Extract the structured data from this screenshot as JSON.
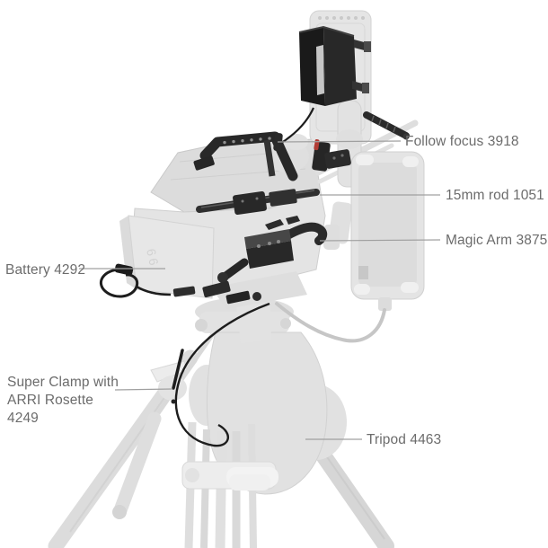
{
  "page": {
    "background": "#ffffff",
    "description": "Camera rig product diagram with six annotated accessories"
  },
  "colors": {
    "label_text": "#6c6c6c",
    "leader_line": "#a0a0a0",
    "ghost_fill": "#e3e3e3",
    "ghost_stroke": "#cdcdcd",
    "dark_part": "#282828",
    "cable_black": "#1d1d1d",
    "red_accent": "#b23b34",
    "page_bg": "#ffffff"
  },
  "ghost_marking": "66",
  "annotations": [
    {
      "id": "follow-focus",
      "text": "Follow focus 3918",
      "side": "right"
    },
    {
      "id": "rod-15mm",
      "text": "15mm rod 1051",
      "side": "right"
    },
    {
      "id": "magic-arm",
      "text": "Magic Arm 3875",
      "side": "right"
    },
    {
      "id": "battery",
      "text": "Battery 4292",
      "side": "left"
    },
    {
      "id": "super-clamp",
      "text": "Super Clamp with ARRI Rosette 4249",
      "side": "left",
      "lines": [
        "Super Clamp with",
        "ARRI Rosette 4249"
      ]
    },
    {
      "id": "tripod",
      "text": "Tripod 4463",
      "side": "right"
    }
  ]
}
